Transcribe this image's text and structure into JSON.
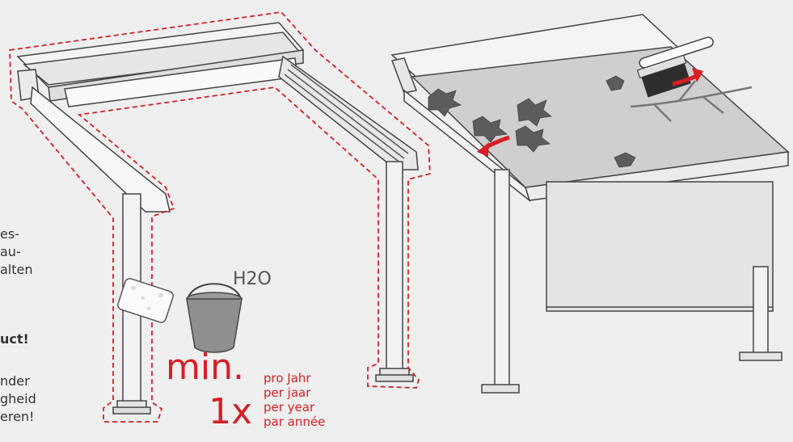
{
  "left_text_fragments": [
    "es-",
    "au-",
    "alten",
    "uct!",
    "nder",
    "gheid",
    "eren!"
  ],
  "bucket_label": "H2O",
  "frequency": {
    "min_label": "min.",
    "count_label": "1x",
    "periods": [
      "pro Jahr",
      "per jaar",
      "per year",
      "par année"
    ]
  },
  "colors": {
    "accent_red": "#d81e24",
    "outline_gray": "#444444",
    "awning_fabric": "#cfcfcf"
  }
}
